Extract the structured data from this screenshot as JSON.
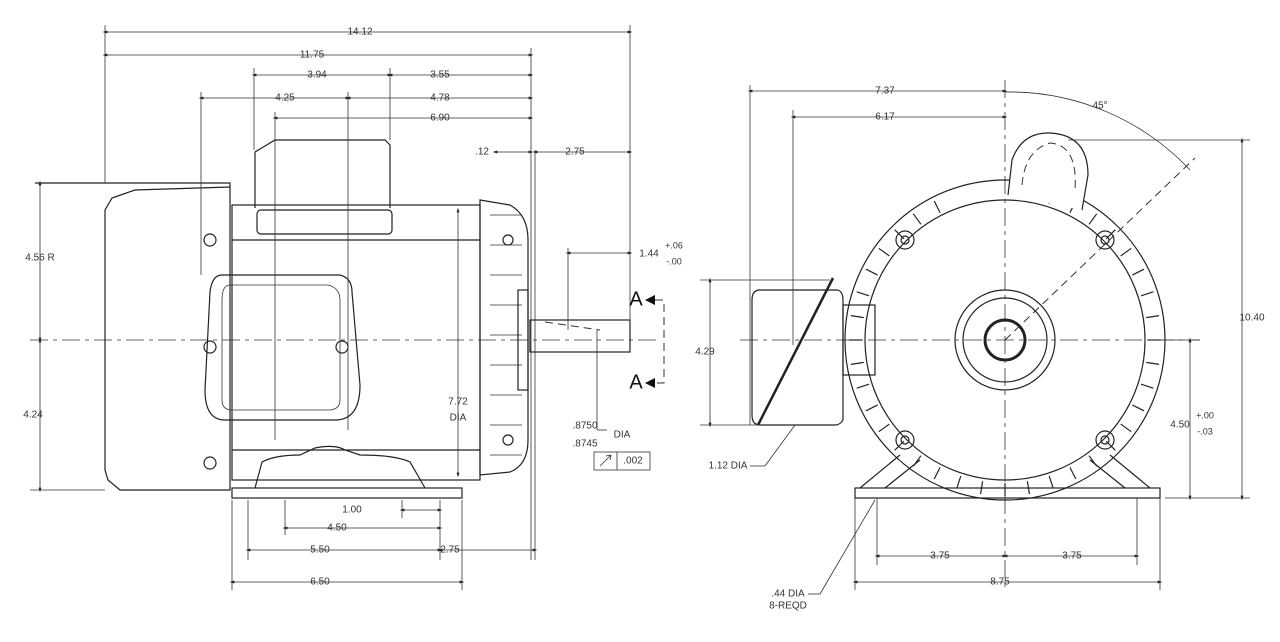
{
  "side_view": {
    "dims": {
      "overall_length": "14.12",
      "length_to_face": "11.75",
      "d_3_94": "3.94",
      "d_3_55": "3.55",
      "d_4_25": "4.25",
      "d_4_78": "4.78",
      "d_6_90": "6.90",
      "d_012": ".12",
      "shaft_ext": "2.75",
      "fan_radius": "4.56 R",
      "shaft_height": "4.24",
      "body_dia_1": "7.72",
      "body_dia_2": "DIA",
      "key_len_main": "1.44",
      "key_len_plus": "+.06",
      "key_len_minus": "-.00",
      "d_1_00": "1.00",
      "d_4_50": "4.50",
      "d_5_50": "5.50",
      "d_2_75_base": "2.75",
      "base_len": "6.50",
      "shaft_dia_max": ".8750",
      "shaft_dia_min": ".8745",
      "shaft_dia_label": "DIA",
      "runout_tol": ".002"
    },
    "section_label_top": "A",
    "section_label_bottom": "A"
  },
  "end_view": {
    "dims": {
      "d_7_37": "7.37",
      "d_6_17": "6.17",
      "angle": "45°",
      "overall_height": "10.40",
      "box_height": "4.29",
      "shaft_height_main": "4.50",
      "shaft_height_plus": "+.00",
      "shaft_height_minus": "-.03",
      "conduit_dia": "1.12 DIA",
      "half_bolt_left": "3.75",
      "half_bolt_right": "3.75",
      "base_width": "8.75",
      "hole_dia": ".44 DIA",
      "hole_count": "8-REQD"
    }
  }
}
